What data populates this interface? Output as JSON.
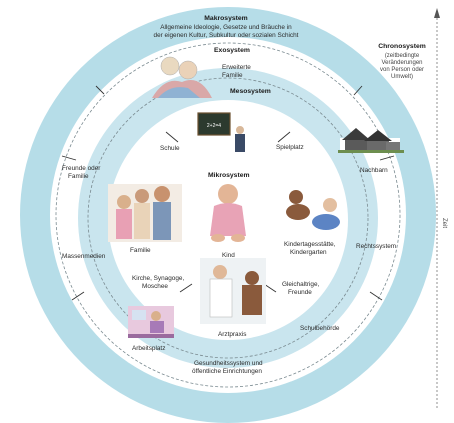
{
  "makrosystem": {
    "title": "Makrosystem",
    "line1": "Allgemeine Ideologie, Gesetze und Bräuche in",
    "line2": "der eigenen Kultur, Subkultur oder sozialen Schicht"
  },
  "exosystem": {
    "title": "Exosystem",
    "line1": "Erweiterte",
    "line2": "Familie"
  },
  "mesosystem": {
    "title": "Mesosystem"
  },
  "mikrosystem": {
    "title": "Mikrosystem"
  },
  "chronosystem": {
    "title": "Chronosystem",
    "line1": "(zeitbedingte",
    "line2": "Veränderungen",
    "line3": "von Person oder",
    "line4": "Umwelt)"
  },
  "time_axis": {
    "label": "Zeit"
  },
  "labels": {
    "schule": "Schule",
    "spielplatz": "Spielplatz",
    "nachbarn": "Nachbarn",
    "freunde_familie_1": "Freunde oder",
    "freunde_familie_2": "Familie",
    "familie": "Familie",
    "kind": "Kind",
    "kita_1": "Kindertagesstätte,",
    "kita_2": "Kindergarten",
    "massenmedien": "Massenmedien",
    "rechtssystem": "Rechtssystem",
    "kirche_1": "Kirche, Synagoge,",
    "kirche_2": "Moschee",
    "gleichaltrige_1": "Gleichaltrige,",
    "gleichaltrige_2": "Freunde",
    "arbeitsplatz": "Arbeitsplatz",
    "arztpraxis": "Arztpraxis",
    "schulbehoerde": "Schulbehörde",
    "gesundheit_1": "Gesundheitssystem und",
    "gesundheit_2": "öffentliche Einrichtungen"
  },
  "colors": {
    "makro": "#b6dde8",
    "exo": "#ffffff",
    "meso": "#c9e5ee",
    "mikro": "#ffffff",
    "dashed": "#7a8a90"
  }
}
